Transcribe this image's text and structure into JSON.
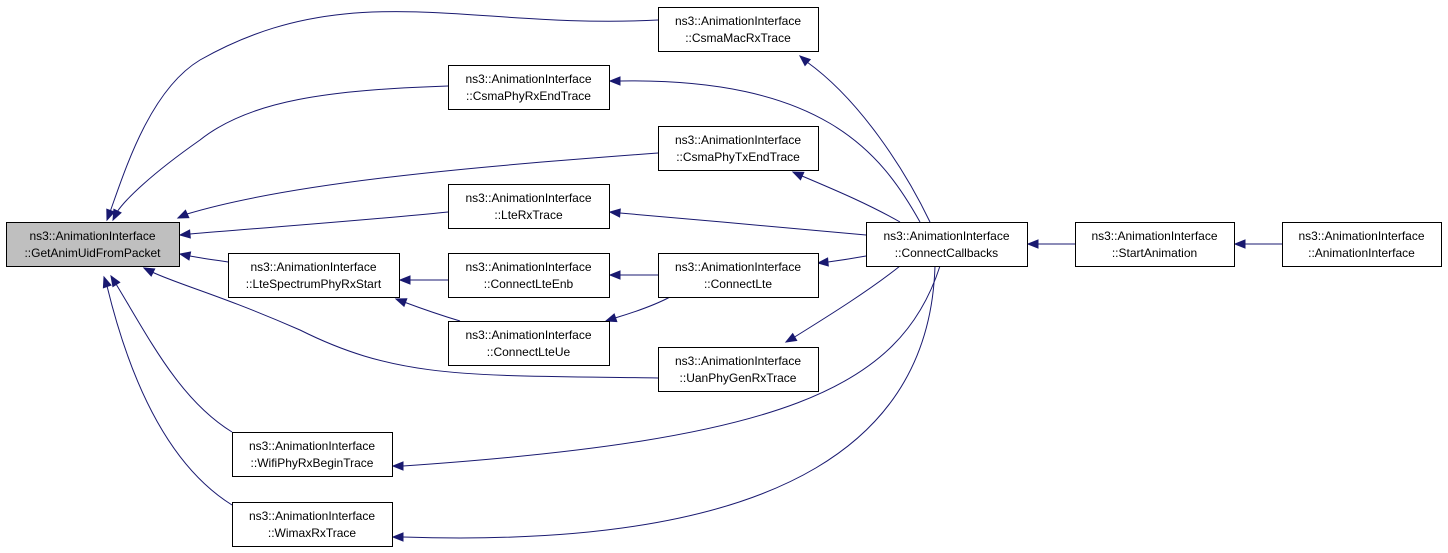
{
  "nodes": [
    {
      "id": "getanimuid",
      "line1": "ns3::AnimationInterface",
      "line2": "::GetAnimUidFromPacket",
      "root": true
    },
    {
      "id": "csmamacrx",
      "line1": "ns3::AnimationInterface",
      "line2": "::CsmaMacRxTrace"
    },
    {
      "id": "csmaphyrxend",
      "line1": "ns3::AnimationInterface",
      "line2": "::CsmaPhyRxEndTrace"
    },
    {
      "id": "csmaphytxend",
      "line1": "ns3::AnimationInterface",
      "line2": "::CsmaPhyTxEndTrace"
    },
    {
      "id": "lterx",
      "line1": "ns3::AnimationInterface",
      "line2": "::LteRxTrace"
    },
    {
      "id": "ltespectrum",
      "line1": "ns3::AnimationInterface",
      "line2": "::LteSpectrumPhyRxStart"
    },
    {
      "id": "connectlteenb",
      "line1": "ns3::AnimationInterface",
      "line2": "::ConnectLteEnb"
    },
    {
      "id": "connectlteue",
      "line1": "ns3::AnimationInterface",
      "line2": "::ConnectLteUe"
    },
    {
      "id": "connectlte",
      "line1": "ns3::AnimationInterface",
      "line2": "::ConnectLte"
    },
    {
      "id": "uanphygen",
      "line1": "ns3::AnimationInterface",
      "line2": "::UanPhyGenRxTrace"
    },
    {
      "id": "wifiphyrx",
      "line1": "ns3::AnimationInterface",
      "line2": "::WifiPhyRxBeginTrace"
    },
    {
      "id": "wimaxrx",
      "line1": "ns3::AnimationInterface",
      "line2": "::WimaxRxTrace"
    },
    {
      "id": "connectcallbacks",
      "line1": "ns3::AnimationInterface",
      "line2": "::ConnectCallbacks"
    },
    {
      "id": "startanimation",
      "line1": "ns3::AnimationInterface",
      "line2": "::StartAnimation"
    },
    {
      "id": "animationinterface",
      "line1": "ns3::AnimationInterface",
      "line2": "::AnimationInterface"
    }
  ],
  "edges": [
    {
      "from": "csmamacrx",
      "to": "getanimuid"
    },
    {
      "from": "csmaphyrxend",
      "to": "getanimuid"
    },
    {
      "from": "csmaphytxend",
      "to": "getanimuid"
    },
    {
      "from": "lterx",
      "to": "getanimuid"
    },
    {
      "from": "ltespectrum",
      "to": "getanimuid"
    },
    {
      "from": "uanphygen",
      "to": "getanimuid"
    },
    {
      "from": "wifiphyrx",
      "to": "getanimuid"
    },
    {
      "from": "wimaxrx",
      "to": "getanimuid"
    },
    {
      "from": "connectlteenb",
      "to": "ltespectrum"
    },
    {
      "from": "connectlteue",
      "to": "ltespectrum"
    },
    {
      "from": "connectlte",
      "to": "connectlteenb"
    },
    {
      "from": "connectlte",
      "to": "connectlteue"
    },
    {
      "from": "connectcallbacks",
      "to": "csmamacrx"
    },
    {
      "from": "connectcallbacks",
      "to": "csmaphyrxend"
    },
    {
      "from": "connectcallbacks",
      "to": "csmaphytxend"
    },
    {
      "from": "connectcallbacks",
      "to": "lterx"
    },
    {
      "from": "connectcallbacks",
      "to": "connectlte"
    },
    {
      "from": "connectcallbacks",
      "to": "uanphygen"
    },
    {
      "from": "connectcallbacks",
      "to": "wifiphyrx"
    },
    {
      "from": "connectcallbacks",
      "to": "wimaxrx"
    },
    {
      "from": "startanimation",
      "to": "connectcallbacks"
    },
    {
      "from": "animationinterface",
      "to": "startanimation"
    }
  ],
  "colors": {
    "edge": "#191970",
    "root_fill": "#bfbfbf",
    "node_fill": "#ffffff",
    "node_stroke": "#000000"
  }
}
